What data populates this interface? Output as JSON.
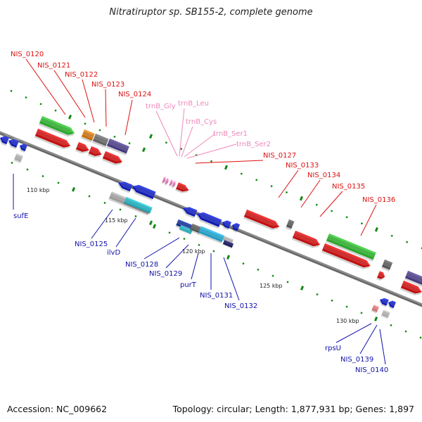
{
  "title": "Nitratiruptor sp. SB155-2, complete genome",
  "footer": {
    "accession": "Accession: NC_009662",
    "summary": "Topology: circular; Length: 1,877,931 bp; Genes: 1,897"
  },
  "colors": {
    "backbone": "#8a8a8a",
    "forward_gene": "#ee1111",
    "reverse_gene": "#1122dd",
    "trna": "#ff88cc",
    "top_label": "#dd1111",
    "bottom_label": "#1111aa",
    "trna_label": "#ee88bb",
    "tick": "#118811"
  },
  "scale_labels": [
    "110 kbp",
    "115 kbp",
    "120 kbp",
    "125 kbp",
    "130 kbp"
  ],
  "top_labels": [
    "NIS_0120",
    "NIS_0121",
    "NIS_0122",
    "NIS_0123",
    "NIS_0124",
    "NIS_0127",
    "NIS_0133",
    "NIS_0134",
    "NIS_0135",
    "NIS_0136"
  ],
  "trna_labels": [
    "trnB_Gly",
    "trnB_Leu",
    "trnB_Cys",
    "trnB_Ser1",
    "trnB_Ser2"
  ],
  "bottom_labels": [
    "sufE",
    "NIS_0125",
    "ilvD",
    "NIS_0128",
    "NIS_0129",
    "purT",
    "NIS_0131",
    "NIS_0132",
    "rpsU",
    "NIS_0139",
    "NIS_0140"
  ]
}
